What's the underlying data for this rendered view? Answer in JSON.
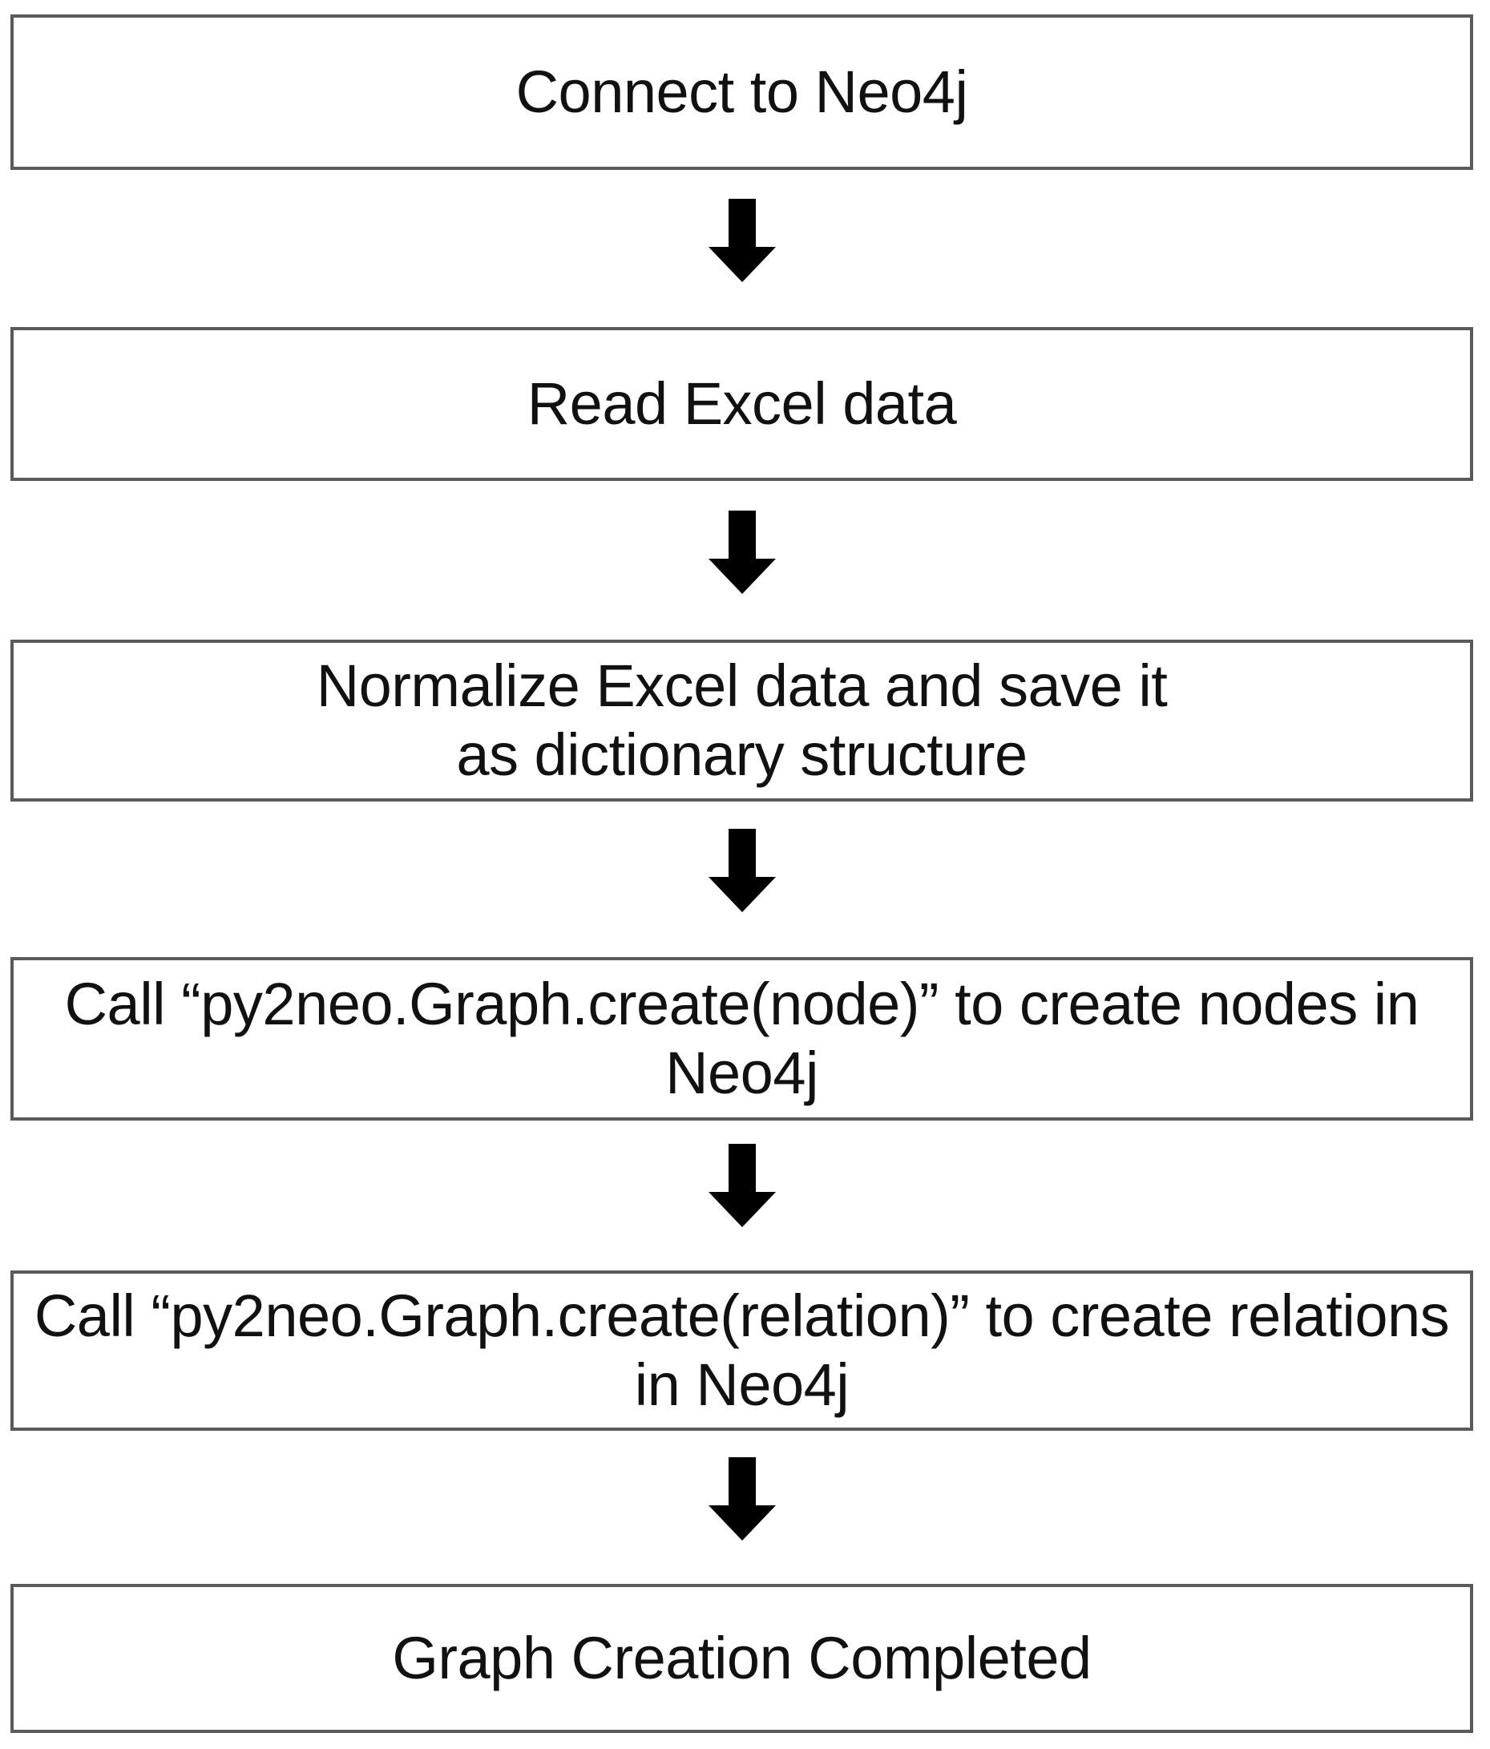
{
  "diagram": {
    "type": "flowchart",
    "orientation": "vertical",
    "title": "Neo4j graph creation process flowchart",
    "colors": {
      "box_border": "#5a5a5a",
      "box_fill": "#ffffff",
      "text": "#111111",
      "arrow": "#000000",
      "background": "#ffffff"
    },
    "steps": [
      {
        "id": "step-1",
        "label": "Connect to Neo4j"
      },
      {
        "id": "step-2",
        "label": "Read Excel data"
      },
      {
        "id": "step-3",
        "label": "Normalize Excel data and save it\nas dictionary structure"
      },
      {
        "id": "step-4",
        "label": "Call “py2neo.Graph.create(node)” to create nodes in\nNeo4j"
      },
      {
        "id": "step-5",
        "label": "Call “py2neo.Graph.create(relation)” to create relations\nin Neo4j"
      },
      {
        "id": "step-6",
        "label": "Graph Creation Completed"
      }
    ],
    "connectors": [
      {
        "id": "arrow-1",
        "from": "step-1",
        "to": "step-2",
        "icon": "arrow-down-icon"
      },
      {
        "id": "arrow-2",
        "from": "step-2",
        "to": "step-3",
        "icon": "arrow-down-icon"
      },
      {
        "id": "arrow-3",
        "from": "step-3",
        "to": "step-4",
        "icon": "arrow-down-icon"
      },
      {
        "id": "arrow-4",
        "from": "step-4",
        "to": "step-5",
        "icon": "arrow-down-icon"
      },
      {
        "id": "arrow-5",
        "from": "step-5",
        "to": "step-6",
        "icon": "arrow-down-icon"
      }
    ]
  }
}
